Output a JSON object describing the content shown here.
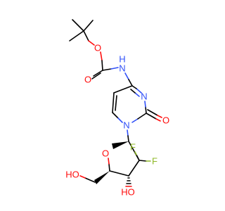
{
  "atoms": {
    "o_ester": "O",
    "o_carbonyl": "O",
    "n_carbamate": "N",
    "h_carbamate": "H",
    "n_ring3": "N",
    "n_ring1": "N",
    "o_c2": "O",
    "o_furanose": "O",
    "f_upper": "F",
    "f_right": "F",
    "oh_3": "HO",
    "oh_5": "HO"
  },
  "colors": {
    "carbon": "#000000",
    "oxygen": "#ff0d0d",
    "nitrogen": "#3050f8",
    "fluorine": "#8fb828"
  }
}
